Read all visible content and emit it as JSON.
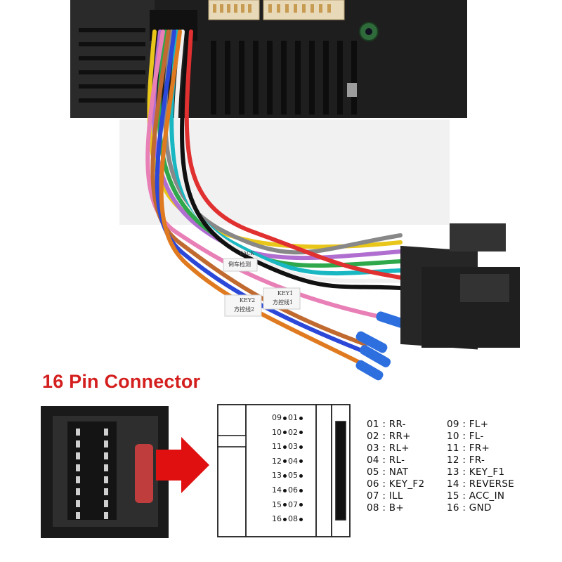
{
  "title": "16 Pin Connector",
  "pin_pairs": [
    {
      "left": "09",
      "right": "01"
    },
    {
      "left": "10",
      "right": "02"
    },
    {
      "left": "11",
      "right": "03"
    },
    {
      "left": "12",
      "right": "04"
    },
    {
      "left": "13",
      "right": "05"
    },
    {
      "left": "14",
      "right": "06"
    },
    {
      "left": "15",
      "right": "07"
    },
    {
      "left": "16",
      "right": "08"
    }
  ],
  "legend_left": [
    "01 : RR-",
    "02 : RR+",
    "03 : RL+",
    "04 : RL-",
    "05 : NAT",
    "06 : KEY_F2",
    "07 : ILL",
    "08 : B+"
  ],
  "legend_right": [
    "09 : FL+",
    "10 : FL-",
    "11 : FR+",
    "12 : FR-",
    "13 : KEY_F1",
    "14 : REVERSE",
    "15 : ACC_IN",
    "16 : GND"
  ],
  "wire_tags": {
    "back": "BACK",
    "reverse_cn": "倒车检测",
    "key1": "KEY1",
    "key1_cn": "方控线1",
    "key2": "KEY2",
    "key2_cn": "方控线2"
  },
  "colors": {
    "title_red": "#d41f1f",
    "arrow_red": "#e01010",
    "unit_black": "#1c1c1c"
  }
}
